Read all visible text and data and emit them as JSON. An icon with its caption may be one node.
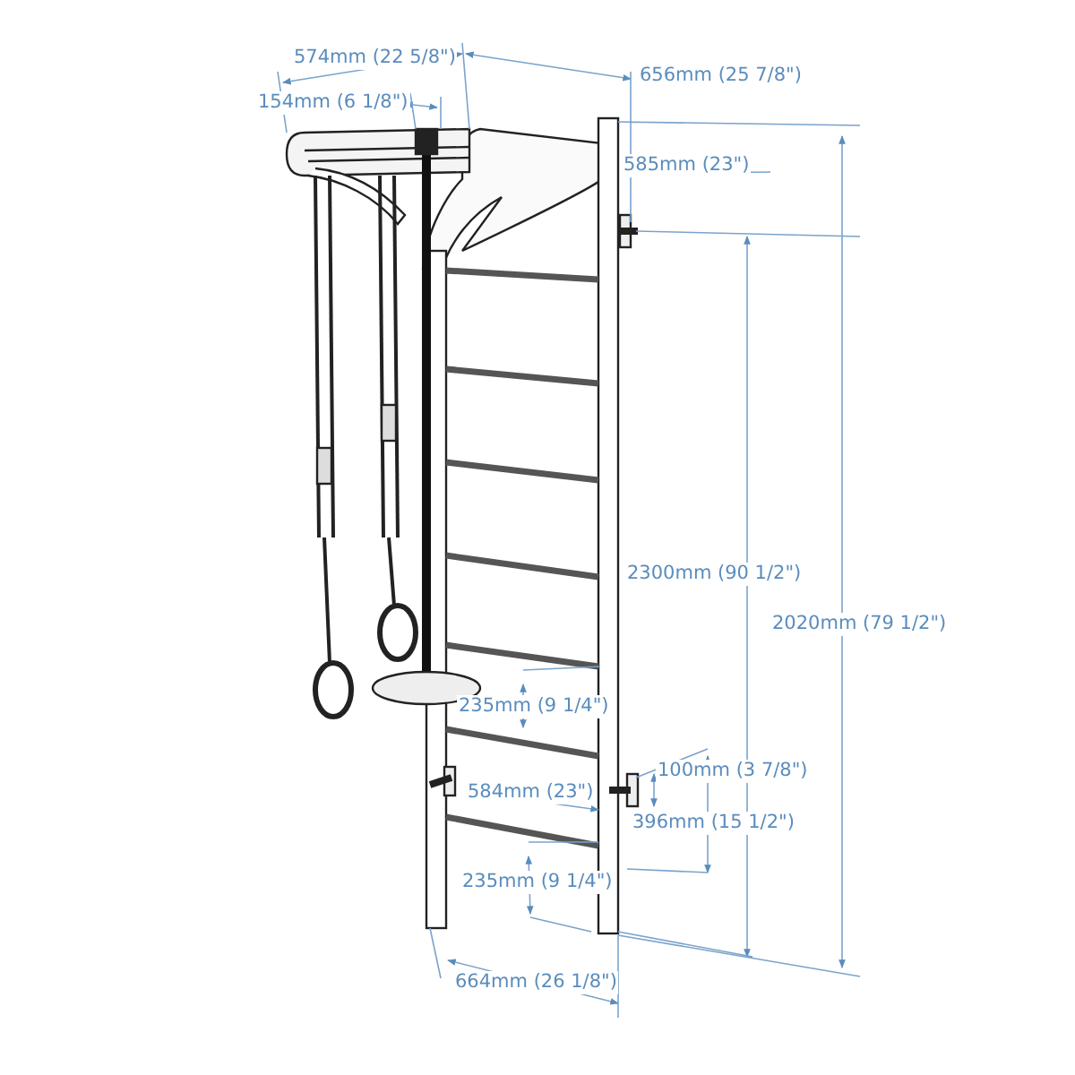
{
  "diagram": {
    "labels": [
      "574mm (22 5/8\")",
      "656mm (25 7/8\")",
      "154mm (6 1/8\")",
      "585mm (23\")",
      "2300mm (90 1/2\")",
      "2020mm (79 1/2\")",
      "235mm (9 1/4\")",
      "100mm (3 7/8\")",
      "584mm (23\")",
      "396mm (15 1/2\")",
      "235mm (9 1/4\")",
      "664mm (26 1/8\")"
    ]
  }
}
